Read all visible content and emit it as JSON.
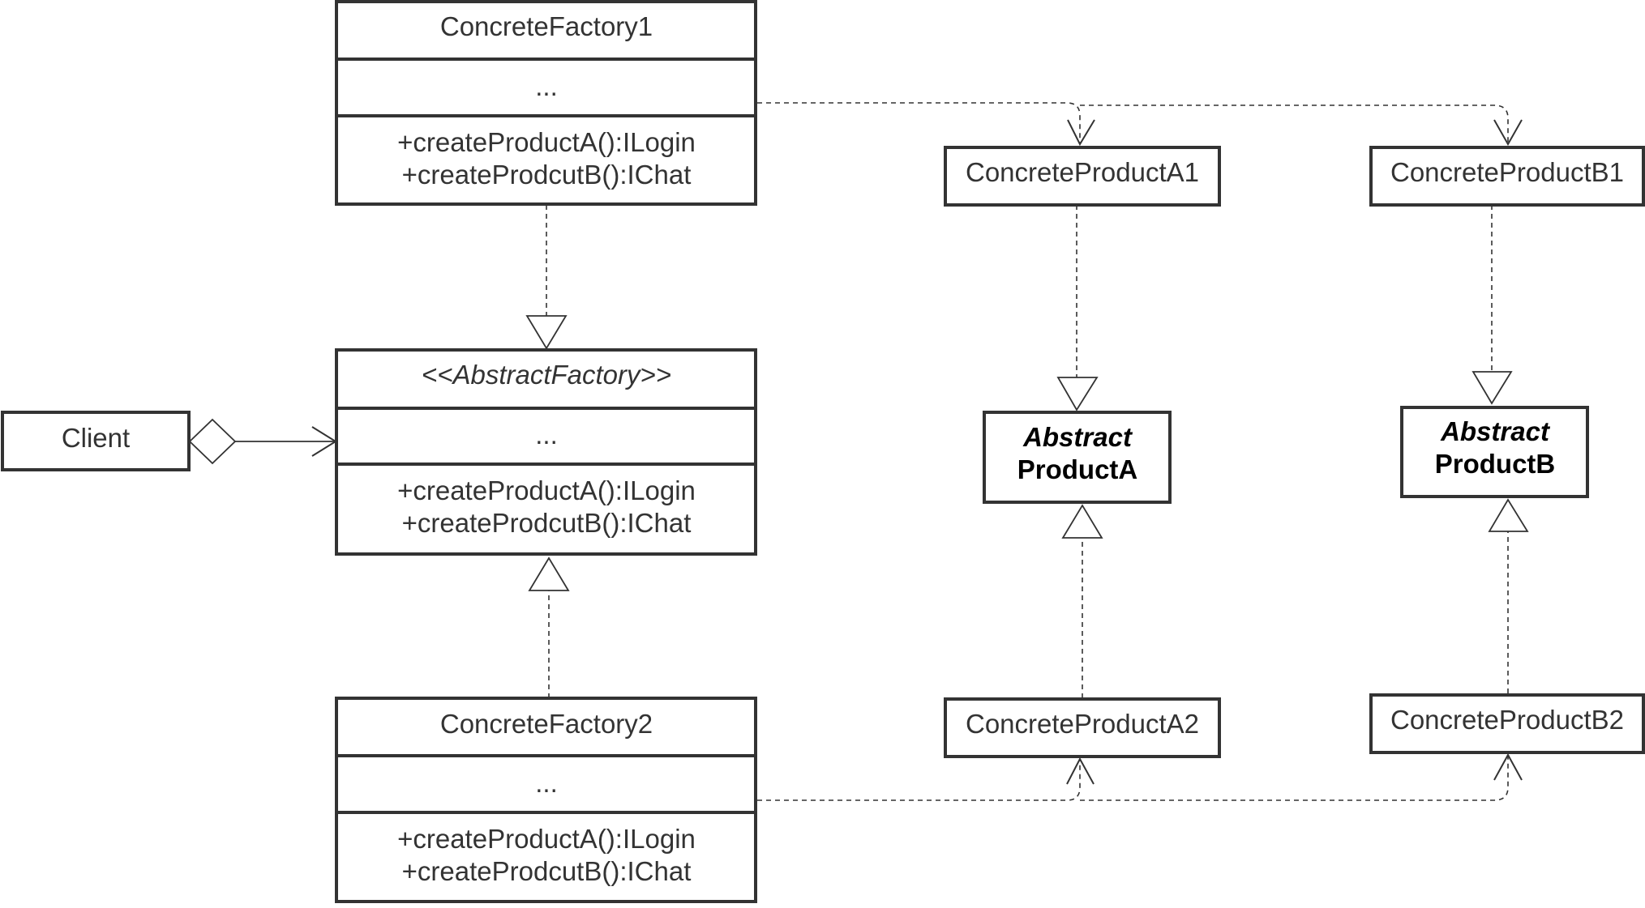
{
  "classes": {
    "concrete_factory_1": {
      "name": "ConcreteFactory1",
      "attributes": "...",
      "methods": [
        "+createProductA():ILogin",
        "+createProdcutB():IChat"
      ]
    },
    "abstract_factory": {
      "name": "<<AbstractFactory>>",
      "attributes": "...",
      "methods": [
        "+createProductA():ILogin",
        "+createProdcutB():IChat"
      ]
    },
    "concrete_factory_2": {
      "name": "ConcreteFactory2",
      "attributes": "...",
      "methods": [
        "+createProductA():ILogin",
        "+createProdcutB():IChat"
      ]
    },
    "client": {
      "name": "Client"
    },
    "concrete_product_a1": {
      "name": "ConcreteProductA1"
    },
    "concrete_product_b1": {
      "name": "ConcreteProductB1"
    },
    "concrete_product_a2": {
      "name": "ConcreteProductA2"
    },
    "concrete_product_b2": {
      "name": "ConcreteProductB2"
    },
    "abstract_product_a": {
      "line1": "Abstract",
      "line2": "ProductA"
    },
    "abstract_product_b": {
      "line1": "Abstract",
      "line2": "ProductB"
    }
  },
  "relationships": [
    {
      "from": "concrete_factory_1",
      "to": "abstract_factory",
      "type": "realization"
    },
    {
      "from": "concrete_factory_2",
      "to": "abstract_factory",
      "type": "realization"
    },
    {
      "from": "client",
      "to": "abstract_factory",
      "type": "aggregation"
    },
    {
      "from": "concrete_factory_1",
      "to": "concrete_product_a1",
      "type": "dependency"
    },
    {
      "from": "concrete_factory_1",
      "to": "concrete_product_b1",
      "type": "dependency"
    },
    {
      "from": "concrete_factory_2",
      "to": "concrete_product_a2",
      "type": "dependency"
    },
    {
      "from": "concrete_factory_2",
      "to": "concrete_product_b2",
      "type": "dependency"
    },
    {
      "from": "concrete_product_a1",
      "to": "abstract_product_a",
      "type": "realization"
    },
    {
      "from": "concrete_product_a2",
      "to": "abstract_product_a",
      "type": "realization"
    },
    {
      "from": "concrete_product_b1",
      "to": "abstract_product_b",
      "type": "realization"
    },
    {
      "from": "concrete_product_b2",
      "to": "abstract_product_b",
      "type": "realization"
    }
  ]
}
